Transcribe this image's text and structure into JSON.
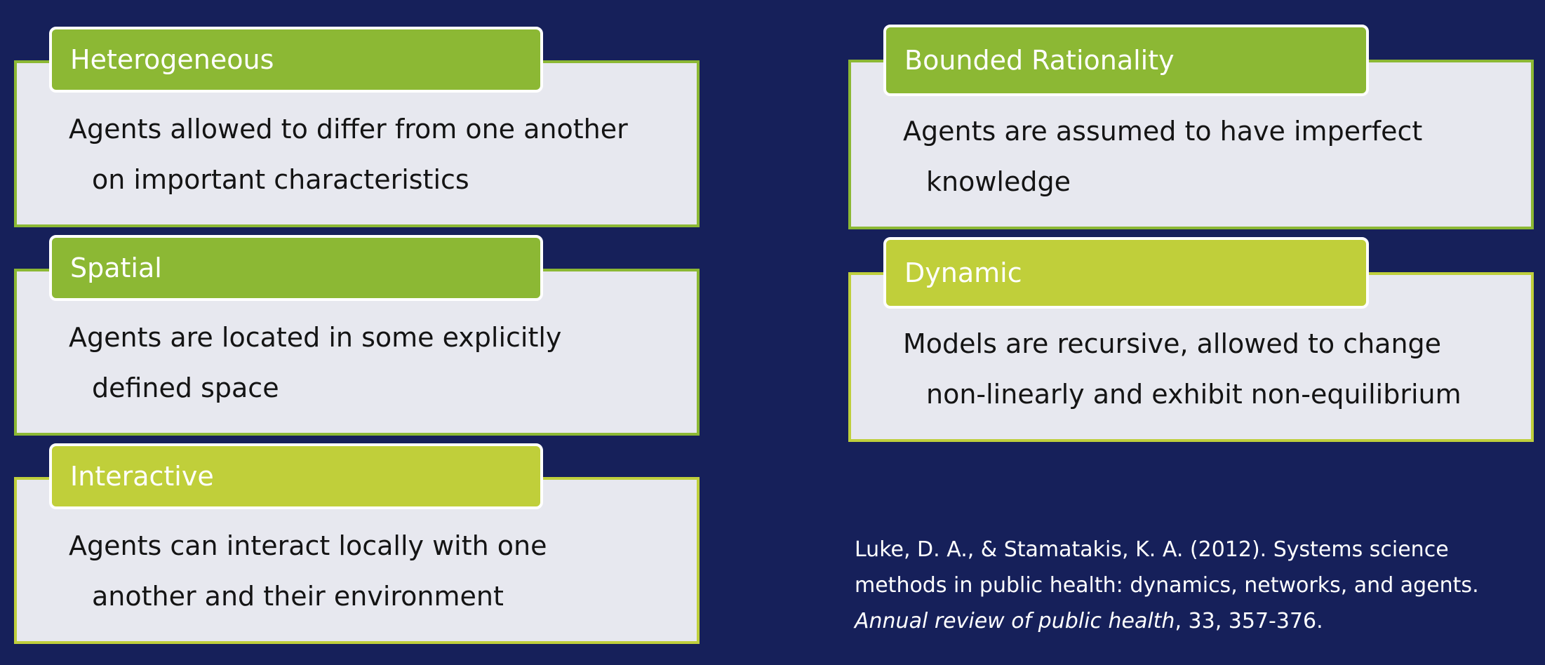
{
  "cards": {
    "heterogeneous": {
      "title": "Heterogeneous",
      "line1": "Agents allowed to differ from one another",
      "line2": "on important characteristics"
    },
    "spatial": {
      "title": "Spatial",
      "line1": "Agents are located in some explicitly",
      "line2": "defined space"
    },
    "interactive": {
      "title": "Interactive",
      "line1": "Agents can interact locally with one",
      "line2": "another and their environment"
    },
    "bounded": {
      "title": "Bounded Rationality",
      "line1": "Agents are assumed to have imperfect",
      "line2": "knowledge"
    },
    "dynamic": {
      "title": "Dynamic",
      "line1": "Models are recursive, allowed to change",
      "line2": "non-linearly and exhibit non-equilibrium"
    }
  },
  "citation": {
    "line1": "Luke, D. A., & Stamatakis, K. A. (2012). Systems science",
    "line2": "methods in public health: dynamics, networks, and agents.",
    "journal": "Annual review of public health",
    "rest": ", 33, 357-376."
  },
  "colors": {
    "background": "#16205a",
    "green": "#8cb834",
    "lime": "#c0cf3a",
    "card_body": "#e7e8ef"
  }
}
